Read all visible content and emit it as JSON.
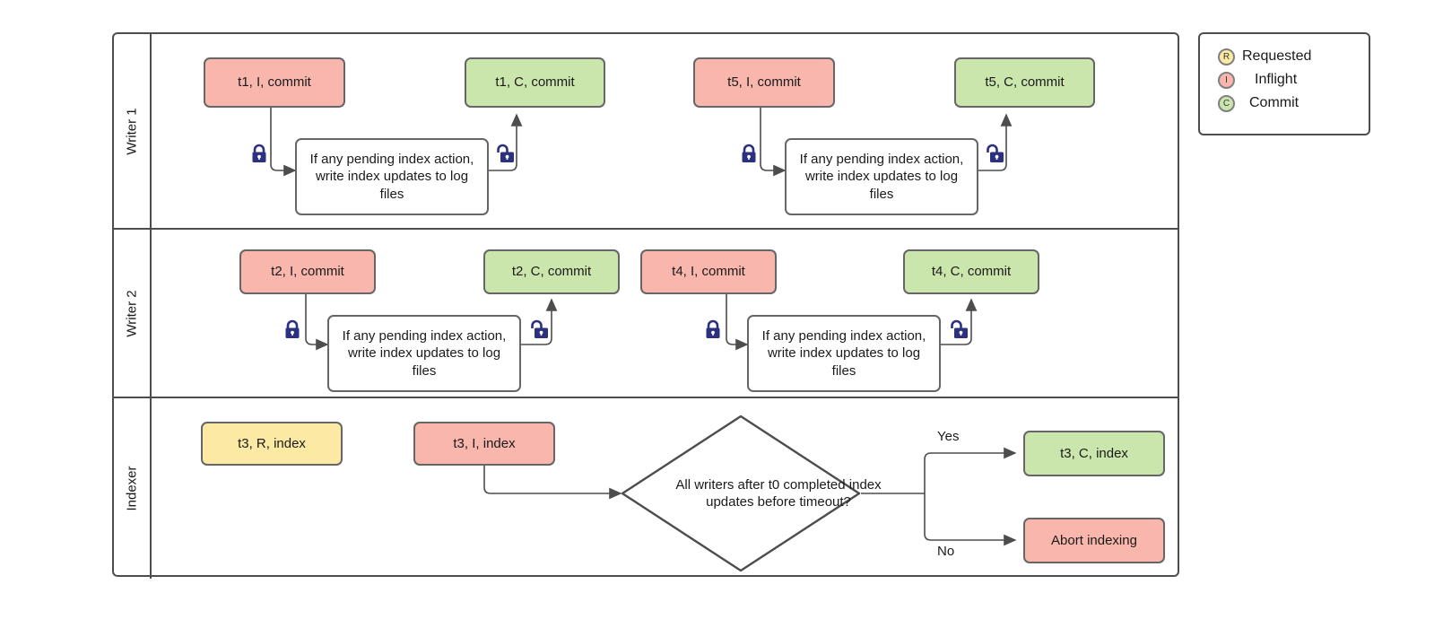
{
  "diagram": {
    "title": "Writer/Indexer concurrency swimlane flowchart",
    "colors": {
      "inflight": "#f8b6ad",
      "commit": "#cbe6ac",
      "requested": "#fce9a3",
      "node_border": "#666666",
      "lane_border": "#4d4d4d",
      "lock": "#2b3080"
    }
  },
  "lanes": [
    {
      "label": "Writer 1"
    },
    {
      "label": "Writer 2"
    },
    {
      "label": "Indexer"
    }
  ],
  "writer1": {
    "nodes": [
      {
        "id": "t1-inflight",
        "label": "t1, I, commit",
        "state": "inflight"
      },
      {
        "id": "t1-commit",
        "label": "t1, C, commit",
        "state": "commit"
      },
      {
        "id": "t5-inflight",
        "label": "t5, I, commit",
        "state": "inflight"
      },
      {
        "id": "t5-commit",
        "label": "t5, C, commit",
        "state": "commit"
      }
    ],
    "process_a": "If any pending index action, write index updates to log files",
    "process_b": "If any pending index action, write index updates to log files",
    "locks": [
      {
        "id": "w1-lock-closed-a",
        "kind": "locked"
      },
      {
        "id": "w1-lock-open-a",
        "kind": "unlocked"
      },
      {
        "id": "w1-lock-closed-b",
        "kind": "locked"
      },
      {
        "id": "w1-lock-open-b",
        "kind": "unlocked"
      }
    ]
  },
  "writer2": {
    "nodes": [
      {
        "id": "t2-inflight",
        "label": "t2, I, commit",
        "state": "inflight"
      },
      {
        "id": "t2-commit",
        "label": "t2, C, commit",
        "state": "commit"
      },
      {
        "id": "t4-inflight",
        "label": "t4, I, commit",
        "state": "inflight"
      },
      {
        "id": "t4-commit",
        "label": "t4, C, commit",
        "state": "commit"
      }
    ],
    "process_a": "If any pending index action, write index updates to log files",
    "process_b": "If any pending index action, write index updates to log files",
    "locks": [
      {
        "id": "w2-lock-closed-a",
        "kind": "locked"
      },
      {
        "id": "w2-lock-open-a",
        "kind": "unlocked"
      },
      {
        "id": "w2-lock-closed-b",
        "kind": "locked"
      },
      {
        "id": "w2-lock-open-b",
        "kind": "unlocked"
      }
    ]
  },
  "indexer": {
    "nodes": [
      {
        "id": "t3-requested",
        "label": "t3, R, index",
        "state": "requested"
      },
      {
        "id": "t3-inflight",
        "label": "t3, I, index",
        "state": "inflight"
      },
      {
        "id": "t3-commit",
        "label": "t3, C, index",
        "state": "commit"
      },
      {
        "id": "abort",
        "label": "Abort indexing",
        "state": "inflight"
      }
    ],
    "decision": "All writers after t0 completed index updates before timeout?",
    "edge_yes": "Yes",
    "edge_no": "No"
  },
  "legend": {
    "items": [
      {
        "code": "R",
        "label": "Requested",
        "color": "#fce9a3"
      },
      {
        "code": "I",
        "label": "Inflight",
        "color": "#f8b6ad"
      },
      {
        "code": "C",
        "label": "Commit",
        "color": "#cbe6ac"
      }
    ]
  }
}
